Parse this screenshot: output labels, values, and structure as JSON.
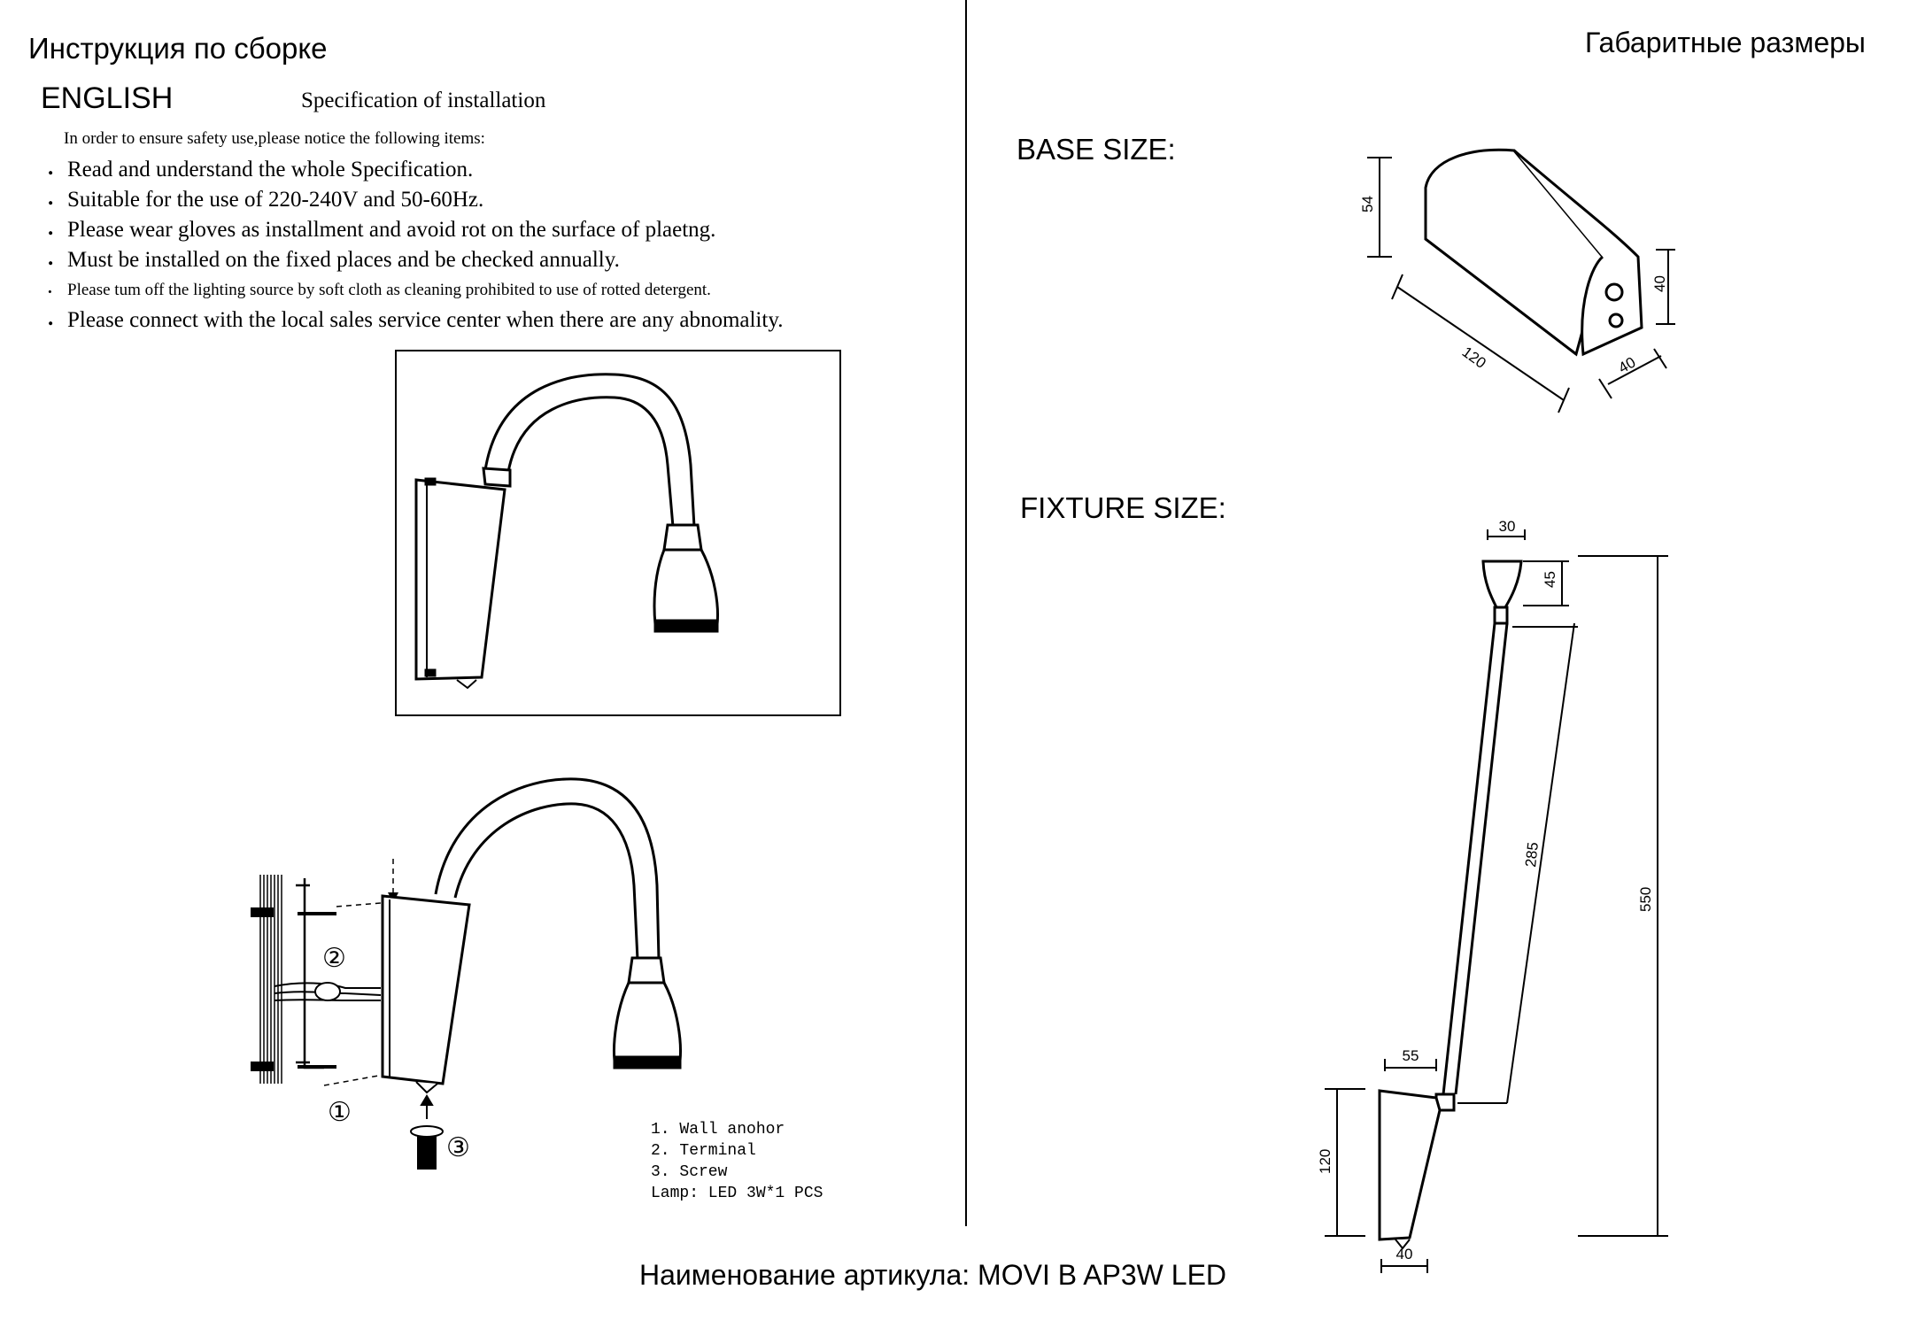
{
  "left": {
    "heading": "Инструкция по сборке",
    "language": "ENGLISH",
    "spec_title": "Specification of installation",
    "intro": "In order to ensure safety use,please notice the following items:",
    "rules": [
      "Read and understand the whole Specification.",
      "Suitable for the use of 220-240V and 50-60Hz.",
      "Please wear gloves as installment and avoid rot on the surface of plaetng.",
      "Must be installed on the fixed places and be checked annually.",
      "Please tum off the lighting source by soft cloth as cleaning prohibited to use of rotted detergent.",
      "Please connect with the local sales service center when there are any abnomality."
    ],
    "callouts": {
      "wall_anchor": "①",
      "terminal": "②",
      "screw": "③"
    },
    "legend": [
      "1. Wall anohor",
      "2. Terminal",
      "3. Screw",
      "Lamp: LED 3W*1 PCS"
    ]
  },
  "right": {
    "heading": "Габаритные размеры",
    "base_title": "BASE SIZE:",
    "base_dims": {
      "height": "54",
      "side": "40",
      "length": "120",
      "depth": "40"
    },
    "fixture_title": "FIXTURE SIZE:",
    "fixture_dims": {
      "head_width": "30",
      "head_height": "45",
      "arm_length": "285",
      "total_height": "550",
      "offset": "55",
      "base_height": "120",
      "base_width": "40"
    }
  },
  "footer": {
    "article": "Наименование артикула: MOVI B AP3W LED"
  }
}
